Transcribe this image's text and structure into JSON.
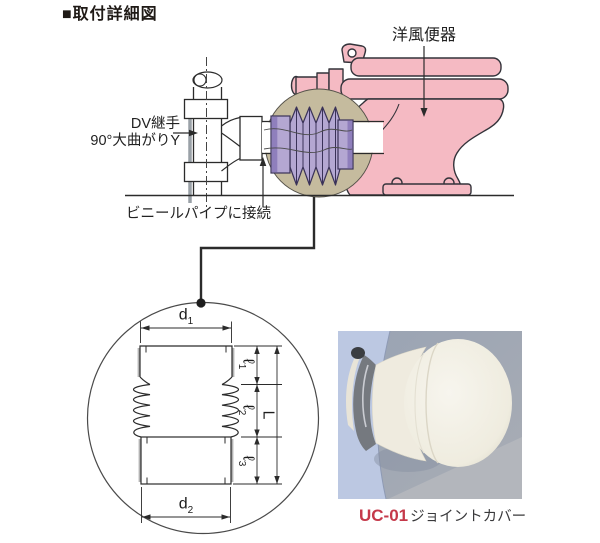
{
  "title": "■取付詳細図",
  "installation_diagram": {
    "toilet_label": "洋風便器",
    "dv_joint_label_line1": "DV継手",
    "dv_joint_label_line2": "90°大曲がりY",
    "vinyl_pipe_label": "ビニールパイプに接続"
  },
  "detail_view": {
    "dimensions": {
      "d1": {
        "base": "d",
        "sub": "1"
      },
      "d2": {
        "base": "d",
        "sub": "2"
      },
      "l1": {
        "base": "ℓ",
        "sub": "1"
      },
      "l2": {
        "base": "ℓ",
        "sub": "2"
      },
      "l3": {
        "base": "ℓ",
        "sub": "3"
      },
      "L": {
        "base": "L",
        "sub": ""
      }
    }
  },
  "product_photo": {
    "model": "UC-01",
    "name": "ジョイントカバー"
  },
  "colors": {
    "toilet_pink": "#f5bac3",
    "bellows_purple": "#b4a7d2",
    "bellows_purple_dark": "#8f7fbc",
    "highlight_tan": "#c5bb9e",
    "photo_wall_blue": "#bcc8e2",
    "caption_red": "#c5394a",
    "line_dark": "#2b2b2b",
    "pipe_grey": "#9aa1a7"
  }
}
